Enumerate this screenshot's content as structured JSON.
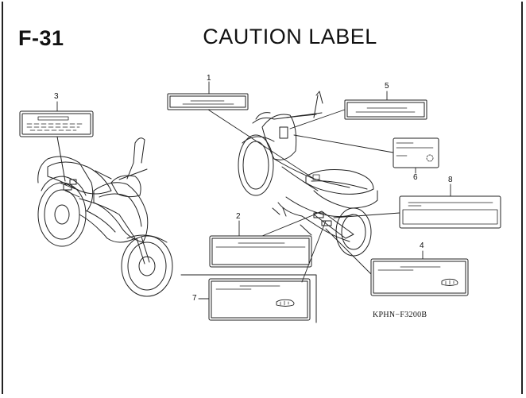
{
  "header": {
    "page_code": "F-31",
    "title": "CAUTION LABEL"
  },
  "callouts": [
    {
      "id": "1",
      "text": "1"
    },
    {
      "id": "2",
      "text": "2"
    },
    {
      "id": "3",
      "text": "3"
    },
    {
      "id": "4",
      "text": "4"
    },
    {
      "id": "5",
      "text": "5"
    },
    {
      "id": "6",
      "text": "6"
    },
    {
      "id": "7",
      "text": "7"
    },
    {
      "id": "8",
      "text": "8"
    }
  ],
  "reference_code": "KPHN−F3200B",
  "colors": {
    "line": "#222222",
    "background": "#ffffff"
  }
}
